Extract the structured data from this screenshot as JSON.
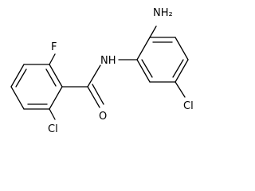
{
  "molecule": {
    "atom_labels": {
      "amine": "H2N-label",
      "amine_text": "NH₂",
      "amide_nh": "NH",
      "carbonyl_o": "O",
      "fluorine": "F",
      "chlorine_left": "Cl",
      "chlorine_right": "Cl"
    },
    "colors": {
      "bond": "#000000",
      "label": "#000000",
      "background": "#ffffff"
    }
  }
}
